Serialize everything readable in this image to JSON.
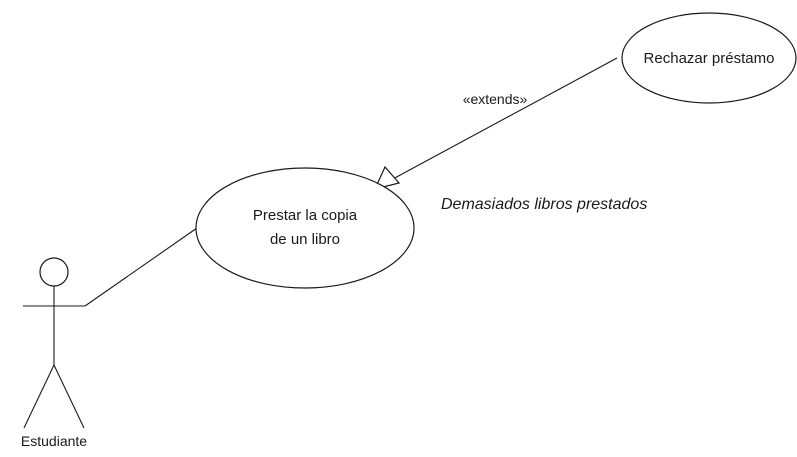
{
  "diagram": {
    "actor": {
      "name": "Estudiante"
    },
    "use_cases": [
      {
        "id": "prestar",
        "lines": [
          "Prestar la copia",
          "de un libro"
        ]
      },
      {
        "id": "rechazar",
        "lines": [
          "Rechazar préstamo"
        ]
      }
    ],
    "relationships": [
      {
        "type": "association",
        "from": "Estudiante",
        "to": "prestar"
      },
      {
        "type": "extends",
        "from": "rechazar",
        "to": "prestar",
        "stereotype": "«extends»",
        "condition": "Demasiados libros prestados"
      }
    ]
  }
}
